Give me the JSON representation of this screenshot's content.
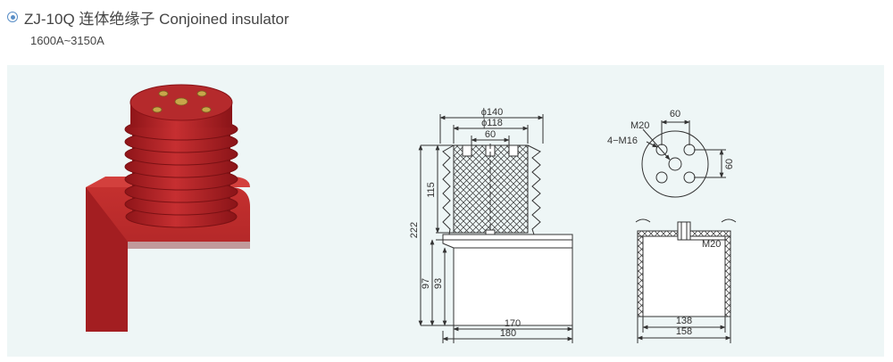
{
  "product": {
    "title": "ZJ-10Q 连体绝缘子 Conjoined insulator",
    "current_range": "1600A~3150A",
    "bullet_icon": "circle-bullet-icon",
    "accent_color": "#5a8fc7",
    "insulator_color": "#b8262a"
  },
  "side_view": {
    "dim_phi140": "ϕ140",
    "dim_phi118": "ϕ118",
    "dim_60": "60",
    "dim_115": "115",
    "dim_222": "222",
    "dim_97": "97",
    "dim_93": "93",
    "dim_170": "170",
    "dim_180": "180"
  },
  "top_view": {
    "dim_60_top": "60",
    "dim_60_side": "60",
    "label_m20": "M20",
    "label_4m16": "4−M16"
  },
  "section_view": {
    "label_m20": "M20",
    "dim_138": "138",
    "dim_158": "158"
  }
}
